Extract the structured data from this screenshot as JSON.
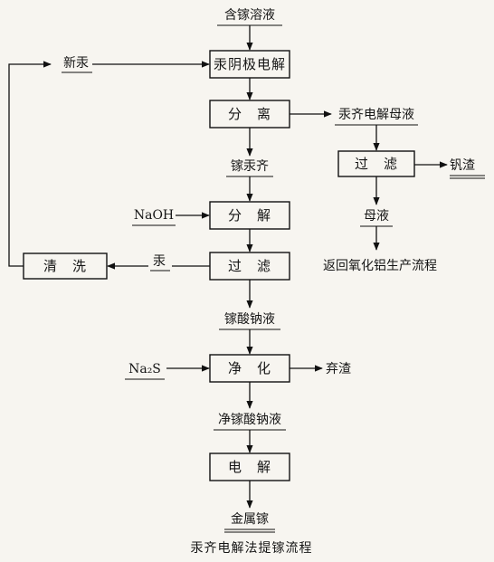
{
  "nodes": {
    "feed": "含镓溶液",
    "electrolysis_hg": "汞阴极电解",
    "separation": "分　离",
    "ga_amalgam": "镓汞齐",
    "decomposition": "分　解",
    "filtration_main": "过　滤",
    "sodium_gallate": "镓酸钠液",
    "purification": "净　化",
    "pure_gallate": "净镓酸钠液",
    "electrolysis": "电　解",
    "product": "金属镓",
    "fresh_hg": "新汞",
    "washing": "清　洗",
    "mercury": "汞",
    "naoh": "NaOH",
    "na2s": "Na₂S",
    "discarded_residue": "弃渣",
    "mother_liquor_hg": "汞齐电解母液",
    "filtration_side": "过　滤",
    "vanadium_residue": "钒渣",
    "mother_liquor": "母液",
    "return_note": "返回氧化铝生产流程"
  },
  "caption": "汞齐电解法提镓流程"
}
